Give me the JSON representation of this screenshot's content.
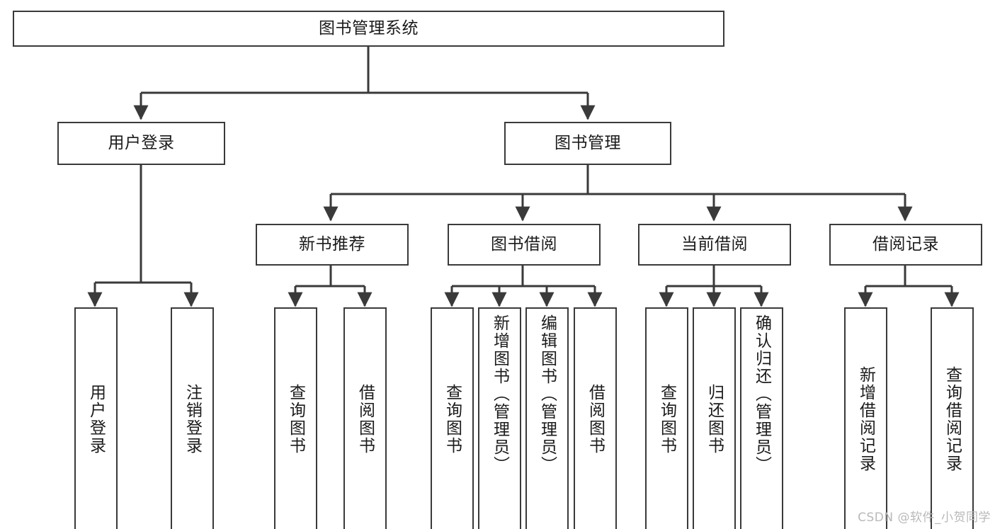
{
  "diagram": {
    "type": "tree",
    "title": "图书管理系统",
    "root": {
      "label": "图书管理系统",
      "children": [
        {
          "label": "用户登录",
          "children": [
            {
              "label": "用户登录"
            },
            {
              "label": "注销登录"
            }
          ]
        },
        {
          "label": "图书管理",
          "children": [
            {
              "label": "新书推荐",
              "children": [
                {
                  "label": "查询图书"
                },
                {
                  "label": "借阅图书"
                }
              ]
            },
            {
              "label": "图书借阅",
              "children": [
                {
                  "label": "查询图书"
                },
                {
                  "label": "新增图书（管理员）"
                },
                {
                  "label": "编辑图书（管理员）"
                },
                {
                  "label": "借阅图书"
                }
              ]
            },
            {
              "label": "当前借阅",
              "children": [
                {
                  "label": "查询图书"
                },
                {
                  "label": "归还图书"
                },
                {
                  "label": "确认归还（管理员）"
                }
              ]
            },
            {
              "label": "借阅记录",
              "children": [
                {
                  "label": "新增借阅记录"
                },
                {
                  "label": "查询借阅记录"
                }
              ]
            }
          ]
        }
      ]
    }
  },
  "nodes": {
    "root": "图书管理系统",
    "user_login": "用户登录",
    "book_manage": "图书管理",
    "new_book_rec": "新书推荐",
    "book_borrow": "图书借阅",
    "current_borrow": "当前借阅",
    "borrow_record": "借阅记录",
    "leaf_user_login": "用户登录",
    "leaf_logout": "注销登录",
    "leaf_query_book_1": "查询图书",
    "leaf_borrow_book_1": "借阅图书",
    "leaf_query_book_2": "查询图书",
    "leaf_add_book": "新增图书（管理员）",
    "leaf_edit_book": "编辑图书（管理员）",
    "leaf_borrow_book_2": "借阅图书",
    "leaf_query_book_3": "查询图书",
    "leaf_return_book": "归还图书",
    "leaf_confirm_return": "确认归还（管理员）",
    "leaf_add_record": "新增借阅记录",
    "leaf_query_record": "查询借阅记录"
  },
  "watermark": {
    "text": "CSDN @软件_小贺同学"
  },
  "colors": {
    "stroke": "#3a3a3a",
    "text": "#1b1b1b",
    "background": "#ffffff",
    "watermark": "#b9b9b9"
  }
}
